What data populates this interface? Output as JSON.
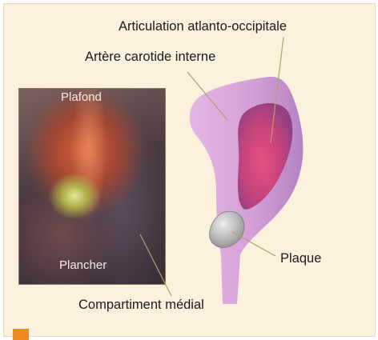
{
  "labels": {
    "articulation": "Articulation atlanto-occipitale",
    "carotide": "Artère carotide interne",
    "plaque": "Plaque",
    "compartiment": "Compartiment médial"
  },
  "photo": {
    "plafond": "Plafond",
    "plancher": "Plancher"
  },
  "colors": {
    "background": "#fcf1dd",
    "structure": "#d9a3d8",
    "inner": "#c03a78",
    "leader": "#b99c6e",
    "accent": "#f08a1e"
  }
}
